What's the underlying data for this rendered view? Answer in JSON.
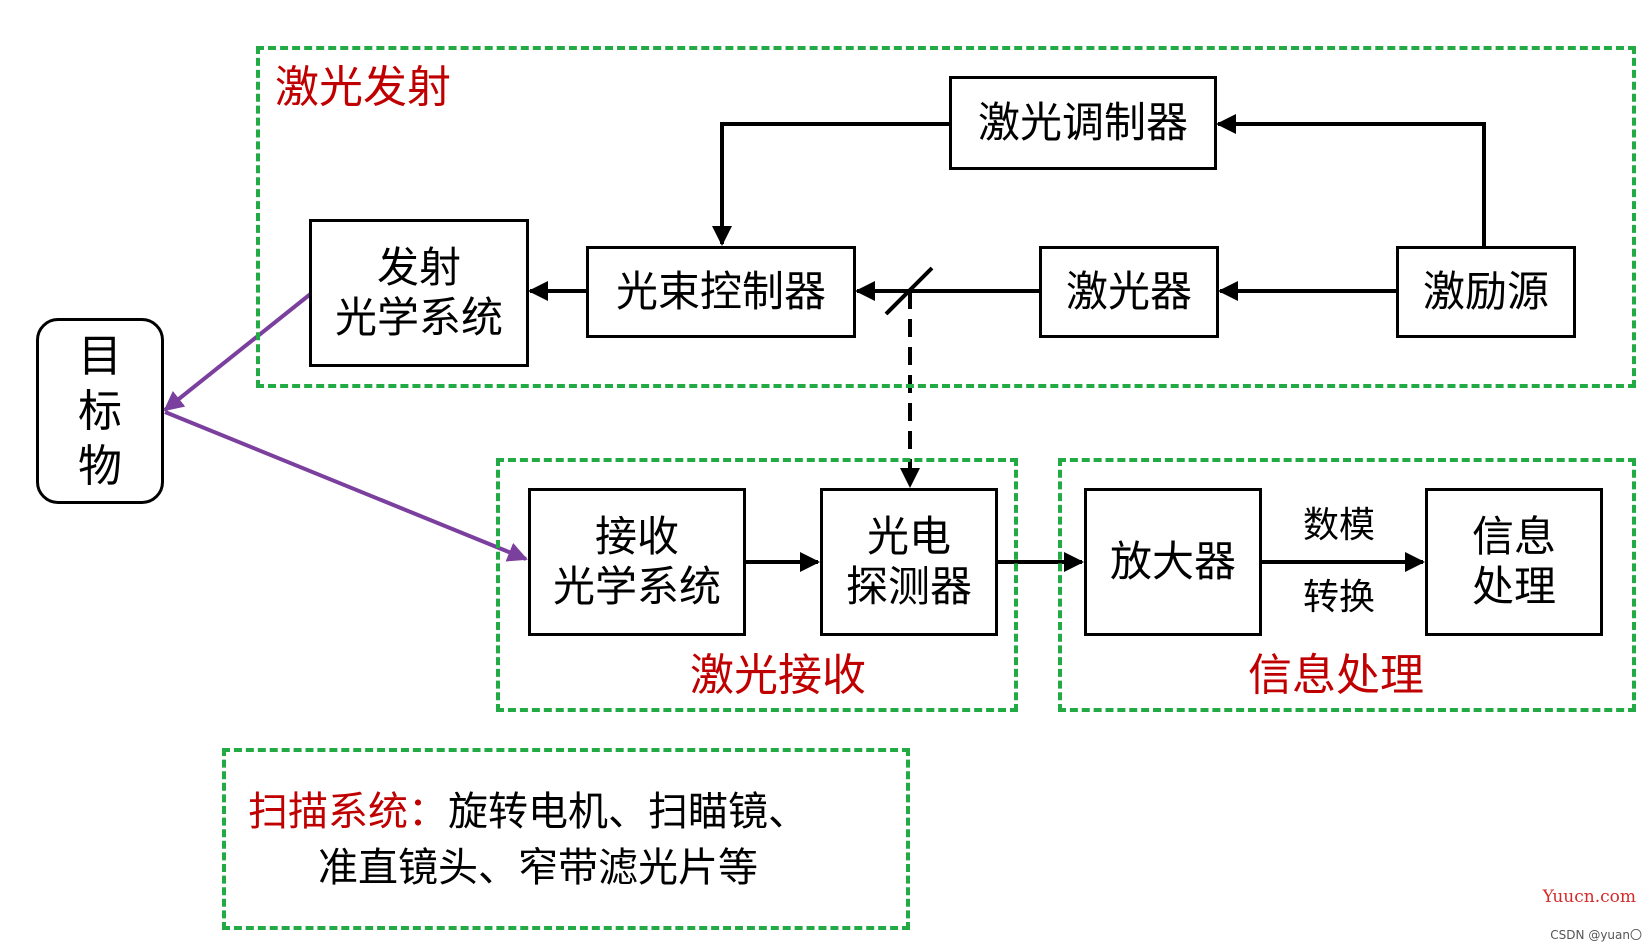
{
  "groups": {
    "emission": {
      "label": "激光发射"
    },
    "receive": {
      "label": "激光接收"
    },
    "processing": {
      "label": "信息处理"
    }
  },
  "nodes": {
    "target": {
      "lines": [
        "目",
        "标",
        "物"
      ]
    },
    "emit_optics": {
      "lines": [
        "发射",
        "光学系统"
      ]
    },
    "beam_controller": {
      "lines": [
        "光束控制器"
      ]
    },
    "modulator": {
      "lines": [
        "激光调制器"
      ]
    },
    "laser": {
      "lines": [
        "激光器"
      ]
    },
    "excitation": {
      "lines": [
        "激励源"
      ]
    },
    "receive_optics": {
      "lines": [
        "接收",
        "光学系统"
      ]
    },
    "photodetector": {
      "lines": [
        "光电",
        "探测器"
      ]
    },
    "amplifier": {
      "lines": [
        "放大器"
      ]
    },
    "info_processing": {
      "lines": [
        "信息",
        "处理"
      ]
    }
  },
  "edge_labels": {
    "da_top": "数模",
    "da_bottom": "转换"
  },
  "scan": {
    "title": "扫描系统：",
    "line1": "旋转电机、扫瞄镜、",
    "line2": "准直镜头、窄带滤光片等"
  },
  "watermark": {
    "site": "Yuucn.com",
    "credit": "CSDN @yuan〇"
  },
  "colors": {
    "group_border": "#22aa44",
    "group_label": "#c00000",
    "optical_path": "#7b3f9e",
    "box_border": "#000000"
  }
}
